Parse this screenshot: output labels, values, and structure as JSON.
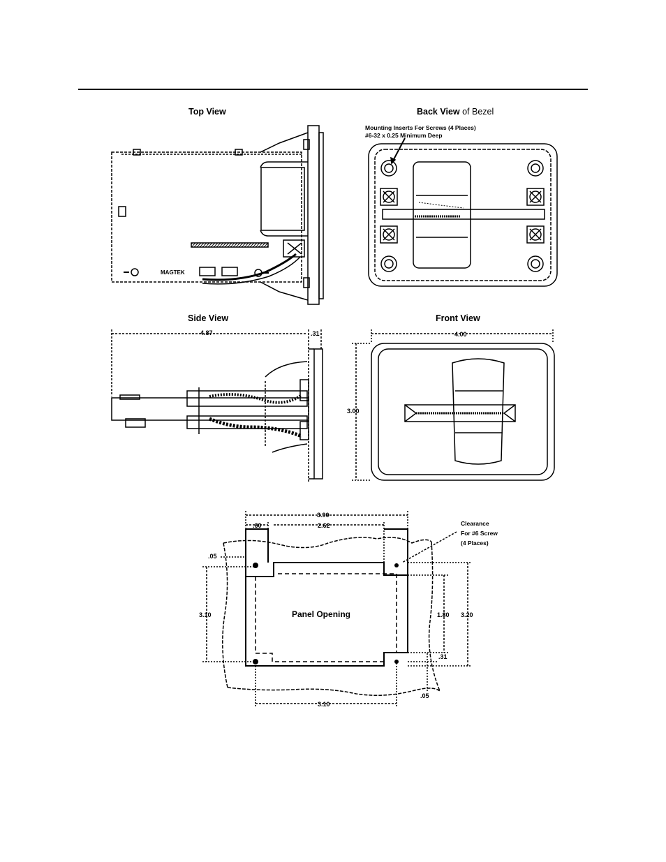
{
  "titles": {
    "top_view": "Top View",
    "back_view": "Back View",
    "back_view_suffix": " of Bezel",
    "side_view": "Side View",
    "front_view": "Front View"
  },
  "back_view": {
    "note_line1": "Mounting Inserts For Screws (4 Places)",
    "note_line2": "#6-32 x 0.25 Minimum Deep"
  },
  "top_view": {
    "board_label": "MAGTEK"
  },
  "side_view": {
    "dim_length": "4.87",
    "dim_bezel": ".31"
  },
  "front_view": {
    "dim_width": "4.00",
    "dim_height": "3.00"
  },
  "panel": {
    "label": "Panel Opening",
    "dim_total_width": "3.90",
    "dim_left_step": ".60",
    "dim_inner_width": "2.62",
    "dim_top_offset": ".05",
    "dim_left_height": "3.10",
    "dim_right_inner_height": "1.80",
    "dim_right_height": "3.20",
    "dim_right_step": ".31",
    "dim_bottom_offset": ".05",
    "dim_bottom_width": "3.10",
    "clearance_line1": "Clearance",
    "clearance_line2": "For #6 Screw",
    "clearance_line3": "(4 Places)"
  }
}
